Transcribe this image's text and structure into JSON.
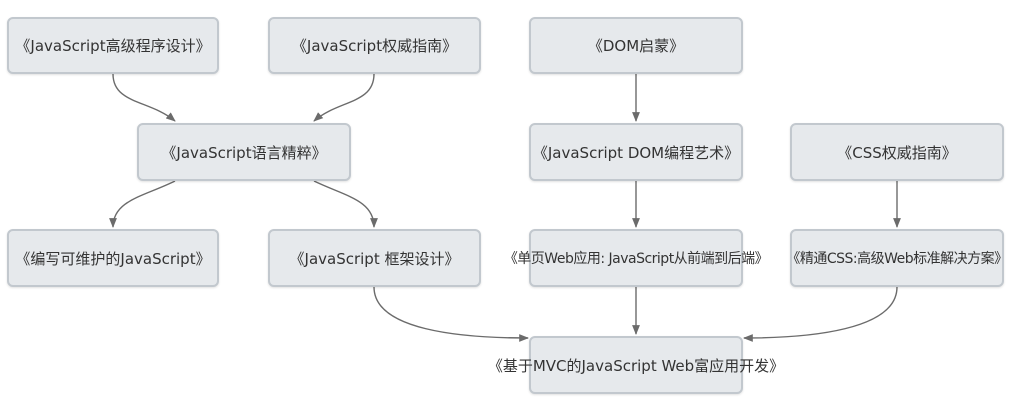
{
  "colors": {
    "node_fill": "#e6e9ec",
    "node_border": "#c2c8ce",
    "edge": "#6b6b6b",
    "text": "#333333"
  },
  "nodes": {
    "js_gaoji": "《JavaScript高级程序设计》",
    "js_quanwei": "《JavaScript权威指南》",
    "dom_qimeng": "《DOM启蒙》",
    "js_yuyan": "《JavaScript语言精粹》",
    "js_dom_yishu": "《JavaScript DOM编程艺术》",
    "css_quanwei": "《CSS权威指南》",
    "bianxie": "《编写可维护的JavaScript》",
    "js_kuangjia": "《JavaScript 框架设计》",
    "danye": "《单页Web应用: JavaScript从前端到后端》",
    "jingtong_css": "《精通CSS:高级Web标准解决方案》",
    "mvc": "《基于MVC的JavaScript Web富应用开发》"
  }
}
